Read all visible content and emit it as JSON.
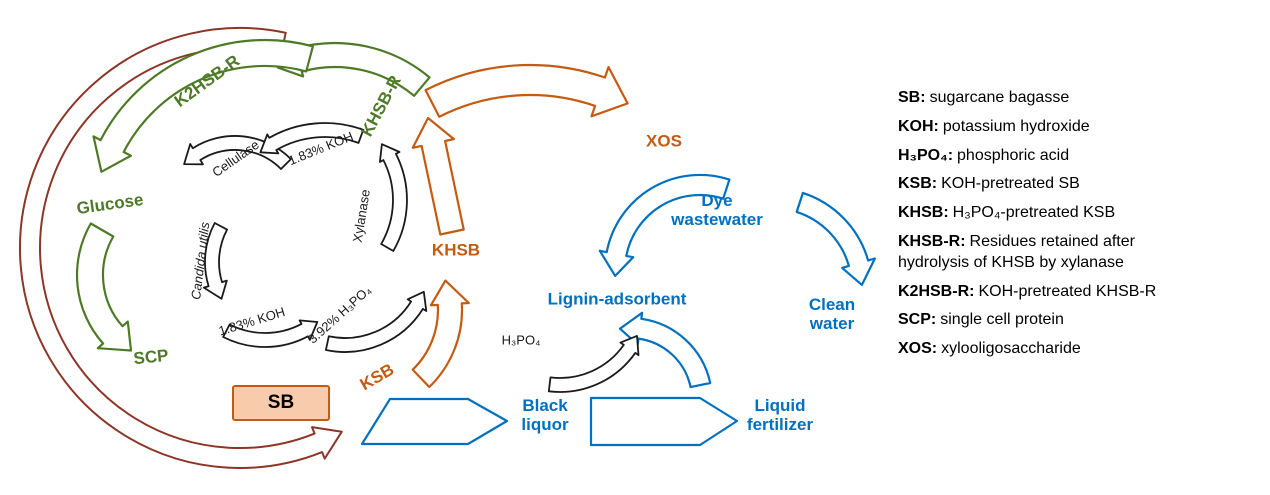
{
  "colors": {
    "green": "#4e7a27",
    "orange": "#C55A11",
    "blue": "#0070C0",
    "maroon": "#8B3626",
    "black": "#1a1a1a",
    "sb_fill": "#F8CBAD"
  },
  "diagram": {
    "nodes": {
      "k2hsb_r": "K2HSB-R",
      "khsb_r": "KHSB-R",
      "glucose": "Glucose",
      "scp": "SCP",
      "xos": "XOS",
      "khsb": "KHSB",
      "ksb": "KSB",
      "sb": "SB",
      "dye_wastewater": "Dye\nwastewater",
      "clean_water": "Clean\nwater",
      "lignin_adsorbent": "Lignin-adsorbent",
      "black_liquor": "Black\nliquor",
      "liquid_fertilizer": "Liquid\nfertilizer"
    },
    "process_labels": {
      "cellulase": "Cellulase",
      "candida_utilis": "Candida utilis",
      "koh_top": "1.83% KOH",
      "xylanase": "Xylanase",
      "h3po4_pct": "3.92% H₃PO₄",
      "koh_bottom": "1.83% KOH",
      "h3po4": "H₃PO₄"
    }
  },
  "legend": {
    "items": [
      {
        "term": "SB:",
        "def": "sugarcane bagasse"
      },
      {
        "term": "KOH:",
        "def": "potassium hydroxide"
      },
      {
        "term": "H₃PO₄:",
        "def": "phosphoric acid"
      },
      {
        "term": "KSB:",
        "def": "KOH-pretreated SB"
      },
      {
        "term": "KHSB:",
        "def": "H₃PO₄-pretreated KSB"
      },
      {
        "term": "KHSB-R:",
        "def": "Residues retained after hydrolysis of KHSB by xylanase"
      },
      {
        "term": "K2HSB-R:",
        "def": "KOH-pretreated KHSB-R"
      },
      {
        "term": "SCP:",
        "def": "single cell protein"
      },
      {
        "term": "XOS:",
        "def": "xylooligosaccharide"
      }
    ]
  }
}
